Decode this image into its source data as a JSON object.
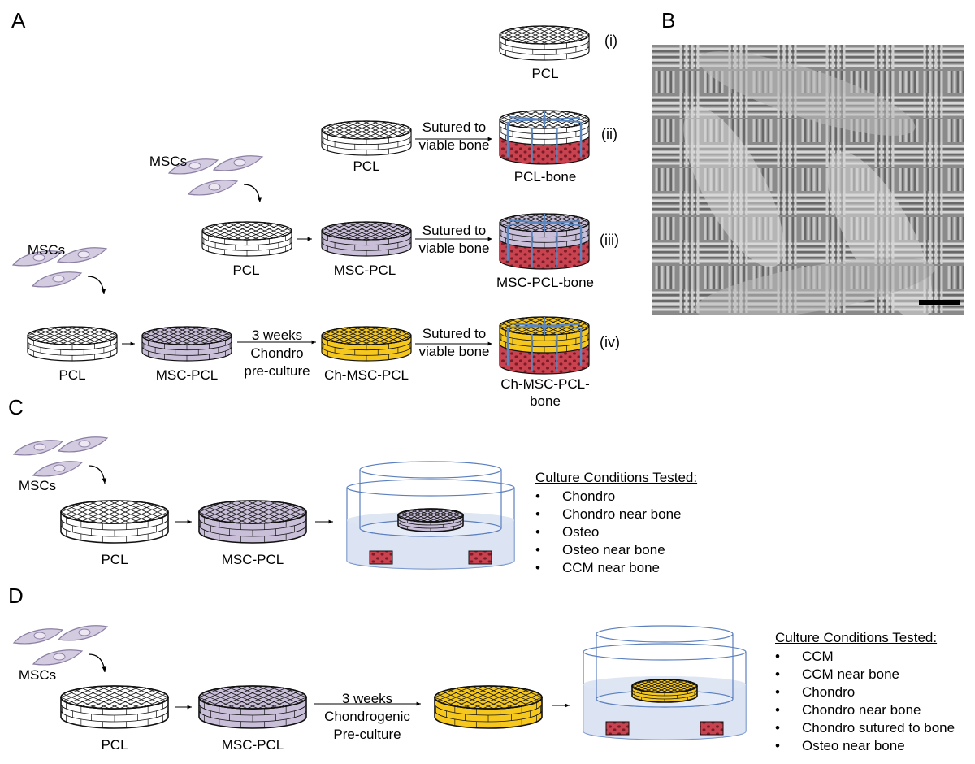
{
  "panels": {
    "a": "A",
    "b": "B",
    "c": "C",
    "d": "D"
  },
  "labels": {
    "pcl": "PCL",
    "msc_pcl": "MSC-PCL",
    "ch_msc_pcl": "Ch-MSC-PCL",
    "pcl_bone": "PCL-bone",
    "msc_pcl_bone": "MSC-PCL-bone",
    "ch_msc_pcl_bone": "Ch-MSC-PCL-bone",
    "mscs": "MSCs"
  },
  "roman": [
    "(i)",
    "(ii)",
    "(iii)",
    "(iv)"
  ],
  "steps": {
    "sutured": "Sutured to viable bone",
    "chondro_preculture": "3 weeks Chondro pre-culture",
    "chondrogenic_preculture": "3 weeks Chondrogenic Pre-culture"
  },
  "panel_c": {
    "heading": "Culture Conditions Tested:",
    "conditions": [
      "Chondro",
      "Chondro near bone",
      "Osteo",
      "Osteo near bone",
      "CCM near bone"
    ]
  },
  "panel_d": {
    "heading": "Culture Conditions Tested:",
    "conditions": [
      "CCM",
      "CCM near bone",
      "Chondro",
      "Chondro near bone",
      "Chondro sutured to bone",
      "Osteo near bone"
    ]
  },
  "colors": {
    "pcl_fill": "#ffffff",
    "msc_fill": "#c9bfd9",
    "chondro_fill": "#f6c81e",
    "bone_fill": "#c8434f",
    "bone_dots": "#7a1c26",
    "suture": "#5b86bd",
    "cell_fill": "#d3cbe0",
    "cell_stroke": "#8c7fa4",
    "media": "#c9d6ee",
    "well_stroke": "#5b7fbf"
  }
}
